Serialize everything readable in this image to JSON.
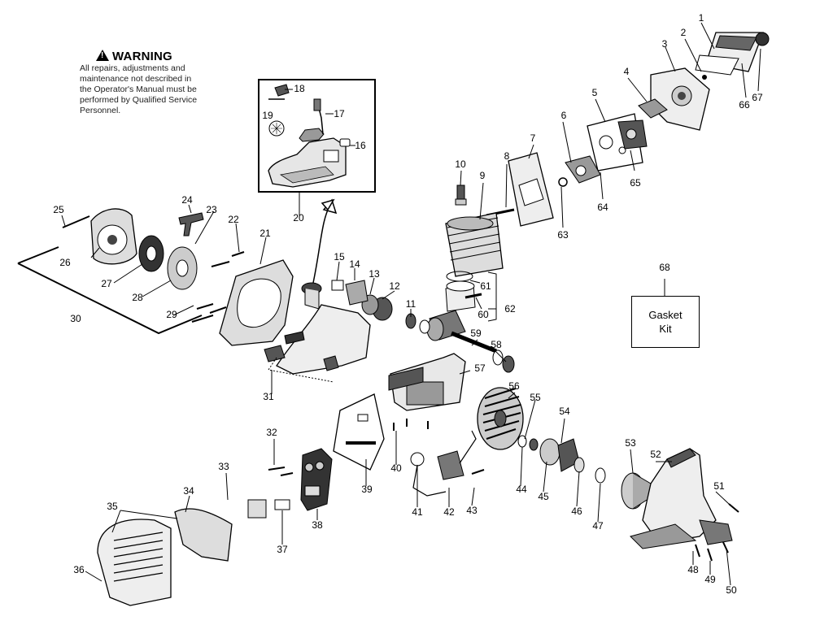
{
  "warning": {
    "title": "WARNING",
    "lines": [
      "All repairs, adjustments and",
      "maintenance not described in",
      "the Operator's Manual must be",
      "performed by Qualified Service",
      "Personnel."
    ]
  },
  "gasket_kit": {
    "line1": "Gasket",
    "line2": "Kit",
    "number": "68"
  },
  "callouts": [
    "1",
    "2",
    "3",
    "4",
    "5",
    "6",
    "7",
    "8",
    "9",
    "10",
    "11",
    "12",
    "13",
    "14",
    "15",
    "16",
    "17",
    "18",
    "19",
    "20",
    "21",
    "22",
    "23",
    "24",
    "25",
    "26",
    "27",
    "28",
    "29",
    "30",
    "31",
    "32",
    "33",
    "34",
    "35",
    "36",
    "37",
    "38",
    "39",
    "40",
    "41",
    "42",
    "43",
    "44",
    "45",
    "46",
    "47",
    "48",
    "49",
    "50",
    "51",
    "52",
    "53",
    "54",
    "55",
    "56",
    "57",
    "58",
    "59",
    "60",
    "61",
    "62",
    "63",
    "64",
    "65",
    "66",
    "67",
    "68"
  ]
}
